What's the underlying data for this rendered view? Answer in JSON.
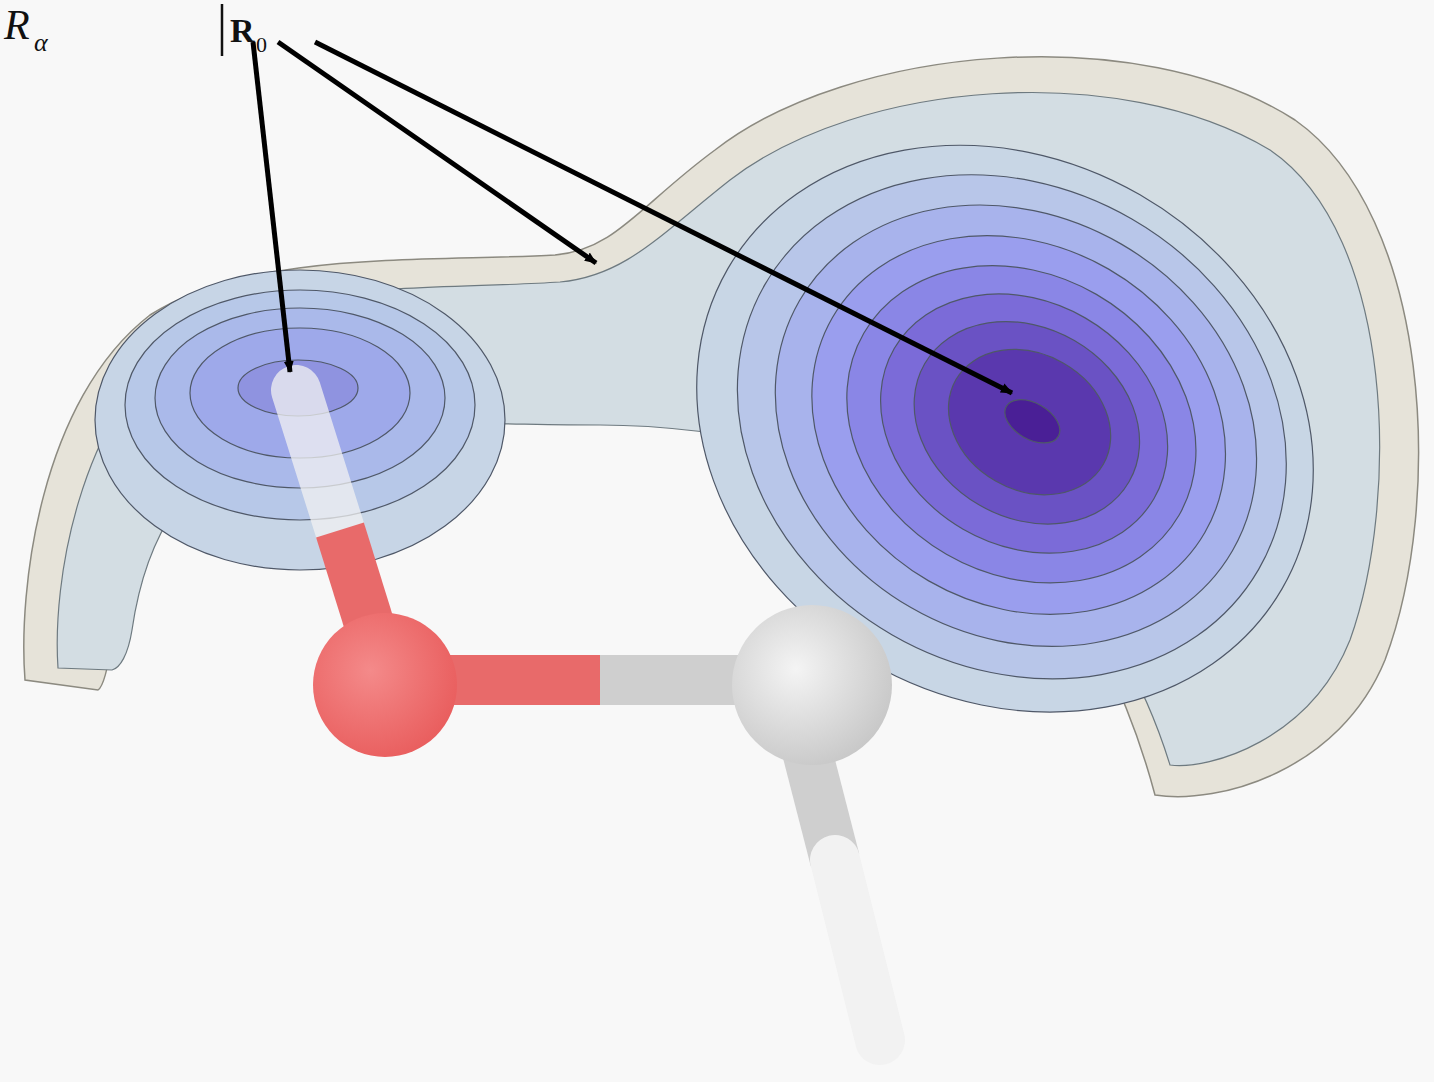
{
  "diagram": {
    "labels": [
      "R",
      "α",
      "R",
      "0"
    ]
  }
}
